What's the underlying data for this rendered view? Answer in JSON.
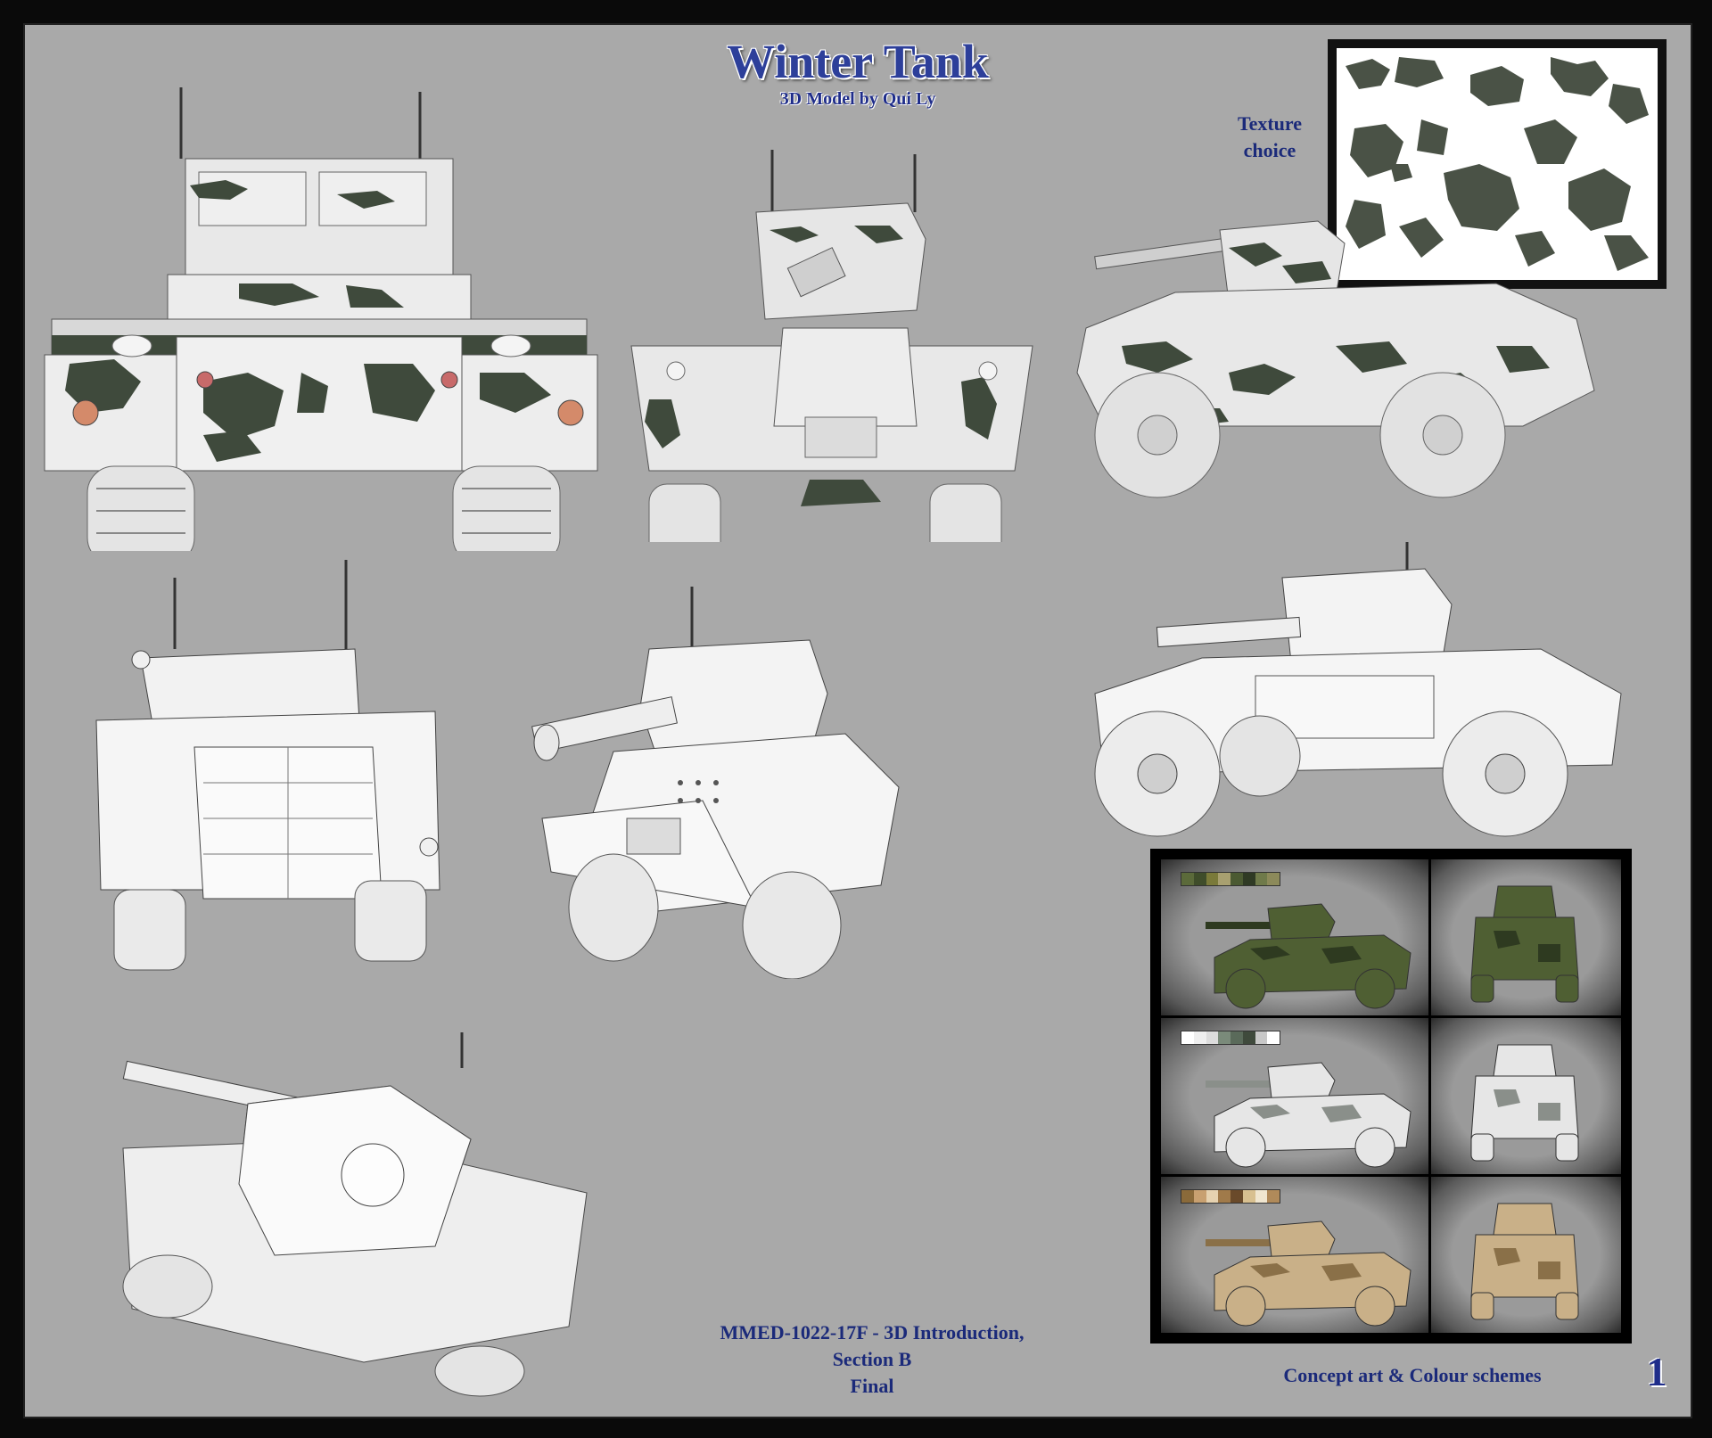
{
  "poster": {
    "title": "Winter Tank",
    "subtitle": "3D Model by Qui Ly",
    "texture_label_line1": "Texture",
    "texture_label_line2": "choice",
    "course_line1": "MMED-1022-17F - 3D Introduction,",
    "course_line2": "Section B",
    "course_line3": "Final",
    "concept_label": "Concept art & Colour schemes",
    "page_number": "1"
  },
  "colors": {
    "background": "#a9a9a9",
    "title_blue": "#2d3f9a",
    "text_blue": "#1b2a7a",
    "camo_dark": "#3f4a3c",
    "camo_light": "#f2f2f2"
  },
  "colour_schemes": [
    {
      "name": "green",
      "swatch": [
        "#5b6a3a",
        "#3f4d2a",
        "#7a7a3a",
        "#a8a070",
        "#4b5a32",
        "#2f3a24",
        "#6f7a4a",
        "#8c8a5a"
      ],
      "body": "#4f5f33",
      "spot": "#2e3a20"
    },
    {
      "name": "winter",
      "swatch": [
        "#ffffff",
        "#eeeeee",
        "#dcdcdc",
        "#7a8a7a",
        "#5a6a5a",
        "#3f4a3c",
        "#c8c8c8",
        "#ffffff"
      ],
      "body": "#e6e6e6",
      "spot": "#8a8f8a"
    },
    {
      "name": "desert",
      "swatch": [
        "#8a6a3a",
        "#c8a070",
        "#e6d2b0",
        "#a07a4a",
        "#6a4a2a",
        "#d8c090",
        "#f0e6d0",
        "#b08a5a"
      ],
      "body": "#c9b088",
      "spot": "#8a7048"
    }
  ]
}
